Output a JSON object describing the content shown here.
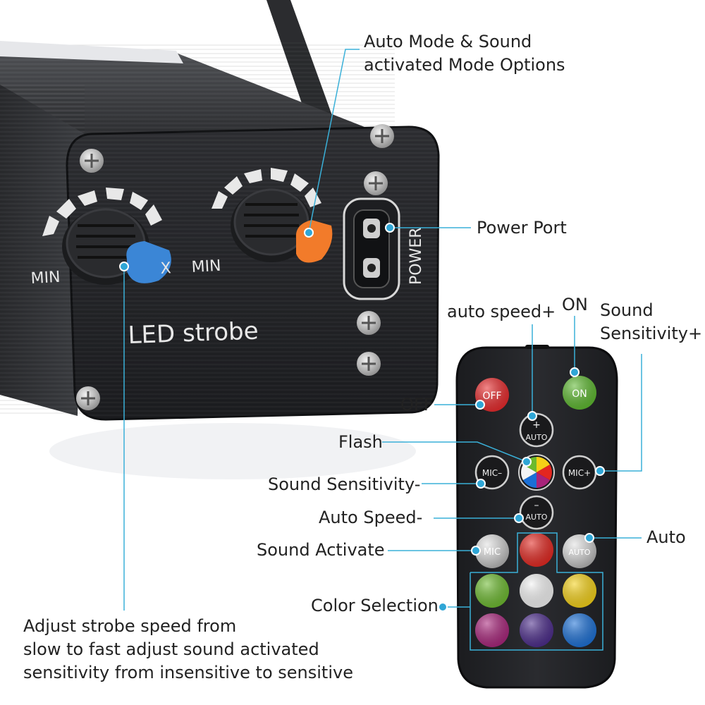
{
  "device": {
    "label": "LED strobe",
    "knob_left_min": "MIN",
    "knob_left_max": "X",
    "knob_right_min": "MIN",
    "power_label": "POWER"
  },
  "remote": {
    "off": "OFF",
    "on": "ON",
    "auto_plus": "AUTO",
    "auto_minus": "AUTO",
    "mic_minus": "MIC–",
    "mic_plus": "MIC+",
    "mic": "MIC",
    "auto": "AUTO"
  },
  "callouts": {
    "auto_mode": "Auto Mode & Sound\nactivated Mode Options",
    "power_port": "Power Port",
    "auto_speed_plus": "auto speed+",
    "on": "ON",
    "sound_sensitivity_plus": "Sound\nSensitivity+",
    "off": "OFF",
    "flash": "Flash",
    "sound_sensitivity_minus": "Sound Sensitivity-",
    "auto_speed_minus": "Auto Speed-",
    "sound_activate": "Sound Activate",
    "auto": "Auto",
    "color_selection": "Color Selection",
    "strobe_speed": "Adjust strobe speed from\nslow to fast adjust sound activated\nsensitivity from insensitive to sensitive"
  },
  "colors": {
    "leader": "#3ab0d8",
    "dot": "#2fa6d6",
    "knob_blue": "#3b86d6",
    "knob_orange": "#f27b2a",
    "btn_off": "#e8282a",
    "btn_on": "#5cb82e",
    "btn_red": "#e3261f",
    "grid": [
      "#6cba2e",
      "#f4f4f4",
      "#f5d116",
      "#a8237a",
      "#4a2a8a",
      "#1a6fd6"
    ]
  }
}
